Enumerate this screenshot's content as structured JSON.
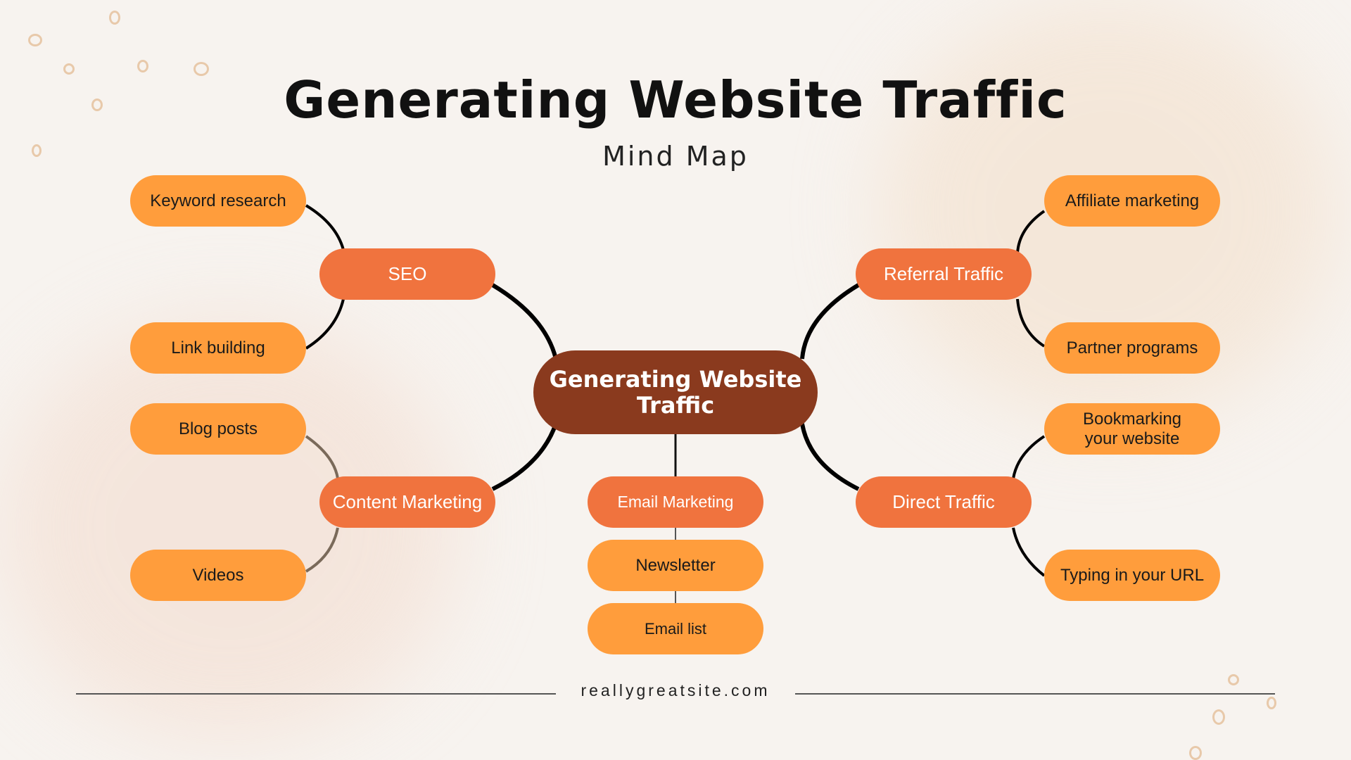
{
  "title": "Generating Website Traffic",
  "subtitle": "Mind Map",
  "center": "Generating Website Traffic",
  "branches": {
    "seo": {
      "label": "SEO",
      "children": [
        "Keyword research",
        "Link building"
      ]
    },
    "content": {
      "label": "Content Marketing",
      "children": [
        "Blog posts",
        "Videos"
      ]
    },
    "referral": {
      "label": "Referral Traffic",
      "children": [
        "Affiliate marketing",
        "Partner programs"
      ]
    },
    "direct": {
      "label": "Direct Traffic",
      "children": [
        "Bookmarking your website",
        "Typing in your URL"
      ]
    },
    "email": {
      "label": "Email Marketing",
      "children": [
        "Newsletter",
        "Email list"
      ]
    }
  },
  "footer": "reallygreatsite.com",
  "colors": {
    "leaf": "#ff9d3c",
    "branch": "#f0733e",
    "center": "#8a3a1e",
    "background": "#f7f3ef"
  }
}
